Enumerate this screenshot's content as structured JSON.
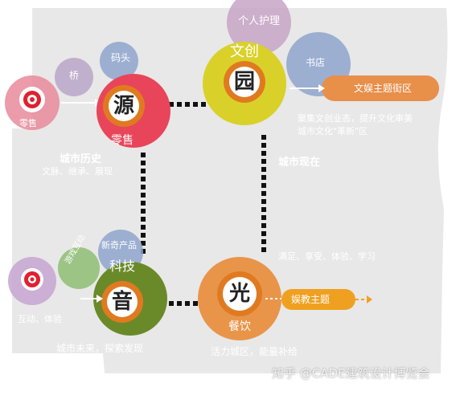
{
  "nodes": {
    "yuan": {
      "char": "源",
      "sub": "零售",
      "side_label": "城市历史",
      "desc": "文脉、继承、展现"
    },
    "yuan2": {
      "char": "园",
      "top": "文创",
      "desc_line1": "聚集文创业态，提升文化审美",
      "desc_line2": "城市文化\"革新\"区",
      "side_label": "城市现在"
    },
    "yin": {
      "char": "音",
      "top": "科技",
      "side_label": "城市未来，探索发现"
    },
    "guang": {
      "char": "光",
      "sub": "餐饮",
      "desc": "满足、享受、体验、学习",
      "bottom": "活力城区，能量补给"
    }
  },
  "satellites": {
    "retail_target": "零售",
    "bridge": "桥",
    "pier": "码头",
    "personal_care": "个人护理",
    "bookstore": "书店",
    "new_products": "新奇产品",
    "game_interaction": "游戏互动",
    "interact_label": "互动、体验"
  },
  "streets": {
    "culture_street": "文娱主题街区",
    "entertainment": "娱教主题"
  },
  "watermark": "知乎 @CADE建筑设计博览会",
  "colors": {
    "background_shape": "#e8e8e8",
    "yuan_ring": "#e8455a",
    "yuan2_ring": "#d9d12a",
    "yin_ring": "#6a8a2a",
    "guang_ring": "#e8954a",
    "inner_orange": "#e07a20",
    "street_bar": "#e88f4a",
    "dots": "#111111"
  }
}
